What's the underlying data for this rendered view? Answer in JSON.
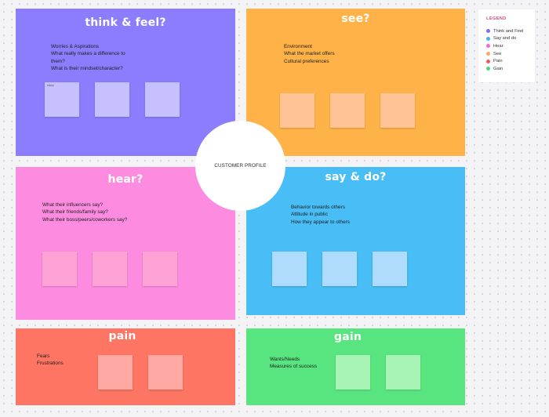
{
  "colors": {
    "think": "#8b7dfd",
    "see": "#ffb248",
    "hear": "#fd8ce0",
    "say": "#49bdf5",
    "pain": "#fe7563",
    "gain": "#58e57f",
    "think_note": "#c6c0ff",
    "see_note": "#ffc396",
    "hear_note": "#ffa3d7",
    "say_note": "#afdcfd",
    "pain_note": "#ffa9a4",
    "gain_note": "#a8f3b6"
  },
  "quadrants": {
    "think": {
      "title": "think & feel?",
      "prompts": [
        "Worries & Aspirations",
        "What really makes a difference to",
        "them?",
        "What is their mindset/character?"
      ],
      "notes": [
        {
          "label": "sticky"
        },
        {
          "label": ""
        },
        {
          "label": ""
        }
      ]
    },
    "see": {
      "title": "see?",
      "prompts": [
        "Environment",
        "What the market offers",
        "Cultural preferences"
      ],
      "notes": [
        {
          "label": ""
        },
        {
          "label": ""
        },
        {
          "label": ""
        }
      ]
    },
    "hear": {
      "title": "hear?",
      "prompts": [
        "What their influencers say?",
        "What their friends/family say?",
        "What their boss/peers/coworkers say?"
      ],
      "notes": [
        {
          "label": ""
        },
        {
          "label": ""
        },
        {
          "label": ""
        }
      ]
    },
    "say": {
      "title": "say & do?",
      "prompts": [
        "Behavior towards others",
        "Attitude in public",
        "How they appear to others"
      ],
      "notes": [
        {
          "label": ""
        },
        {
          "label": ""
        },
        {
          "label": ""
        }
      ]
    },
    "pain": {
      "title": "pain",
      "prompts": [
        "Fears",
        "Frustrations"
      ],
      "notes": [
        {
          "label": ""
        },
        {
          "label": ""
        }
      ]
    },
    "gain": {
      "title": "gain",
      "prompts": [
        "Wants/Needs",
        "Measures of success"
      ],
      "notes": [
        {
          "label": ""
        },
        {
          "label": ""
        }
      ]
    }
  },
  "center": {
    "label": "CUSTOMER PROFILE"
  },
  "legend": {
    "title": "LEGEND",
    "items": [
      {
        "label": "Think and Feel",
        "color": "#7b6cf2"
      },
      {
        "label": "Say and do",
        "color": "#3fb5ef"
      },
      {
        "label": "Hear",
        "color": "#f36ad1"
      },
      {
        "label": "See",
        "color": "#ffa65a"
      },
      {
        "label": "Pain",
        "color": "#f35a5a"
      },
      {
        "label": "Gain",
        "color": "#4fd77a"
      }
    ]
  }
}
